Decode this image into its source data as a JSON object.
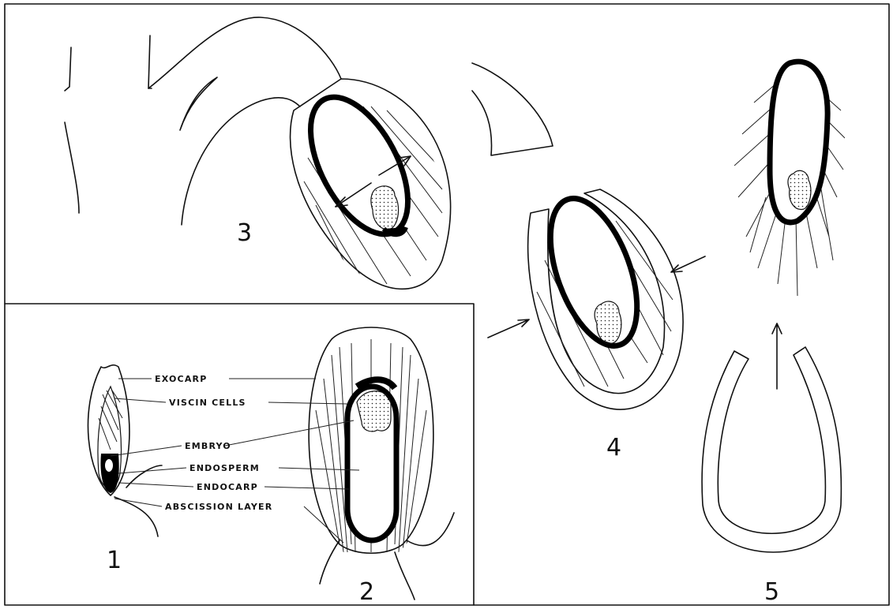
{
  "figure": {
    "labels": {
      "exocarp": "EXOCARP",
      "viscin_cells": "VISCIN  CELLS",
      "embryo": "EMBRYO",
      "endosperm": "ENDOSPERM",
      "endocarp": "ENDOCARP",
      "abscission_layer": "ABSCISSION  LAYER"
    },
    "panel_numbers": {
      "p1": "1",
      "p2": "2",
      "p3": "3",
      "p4": "4",
      "p5": "5"
    }
  }
}
